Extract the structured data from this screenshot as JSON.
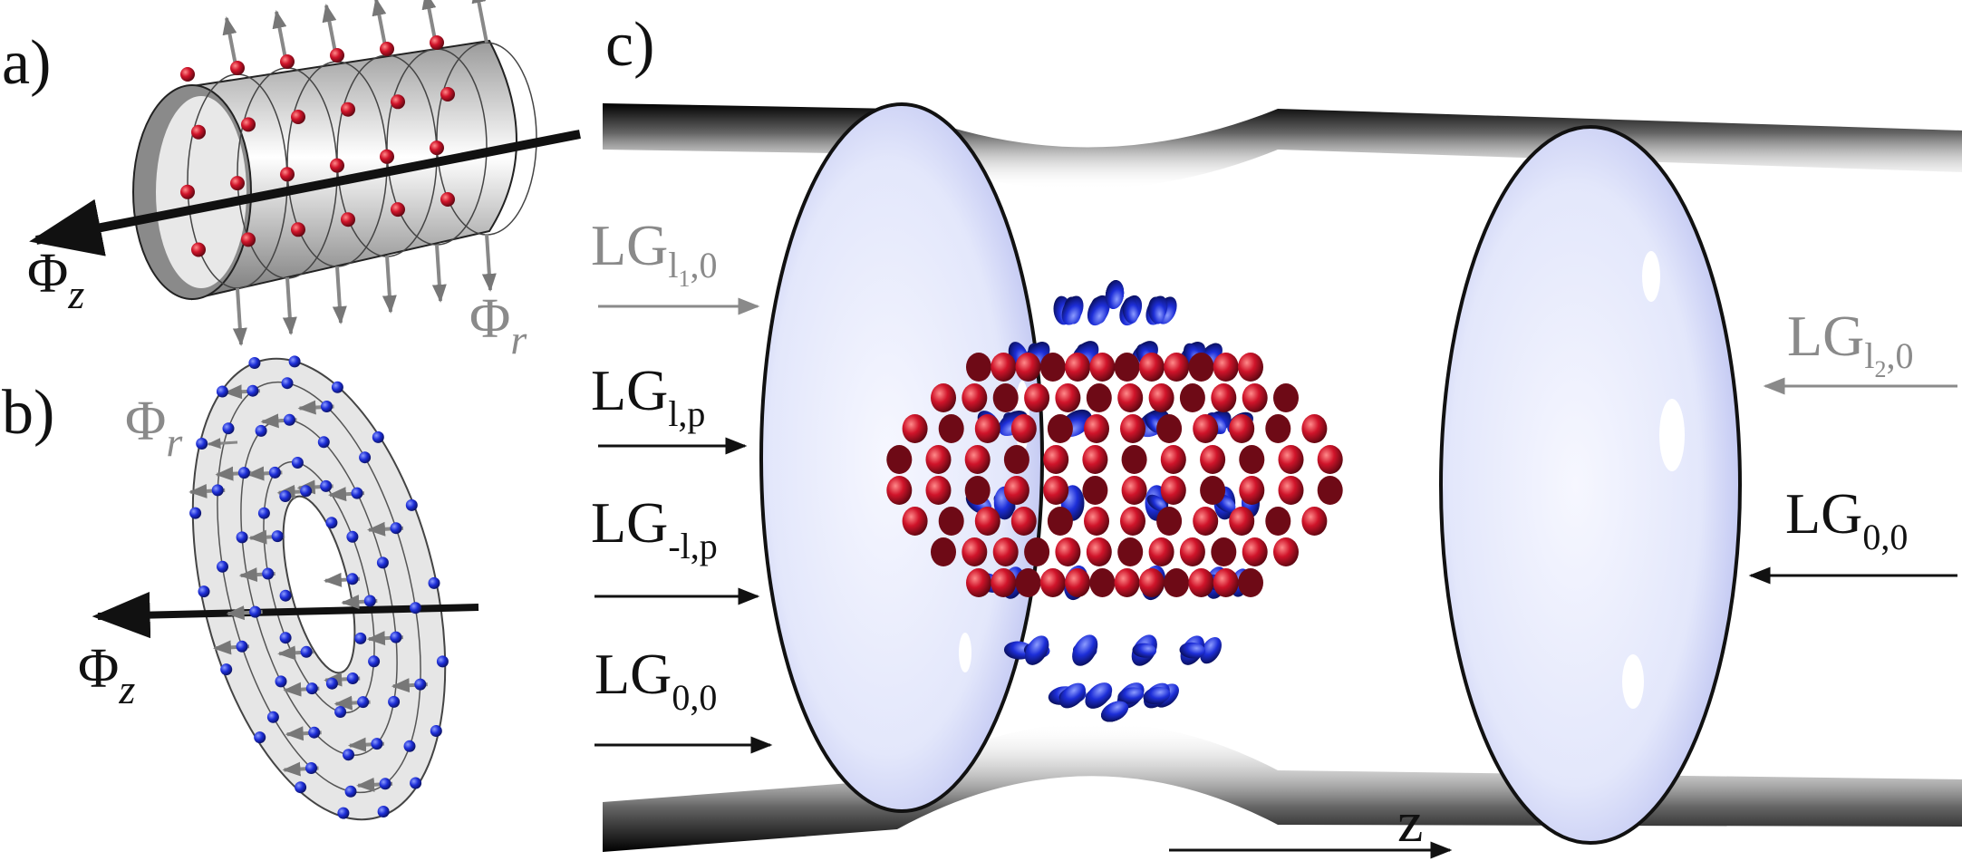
{
  "panel_labels": {
    "a": "a)",
    "b": "b)",
    "c": "c)"
  },
  "panel_a": {
    "phi_z": "Φ",
    "phi_z_sub": "z",
    "phi_r": "Φ",
    "phi_r_sub": "r"
  },
  "panel_b": {
    "phi_z": "Φ",
    "phi_z_sub": "z",
    "phi_r": "Φ",
    "phi_r_sub": "r"
  },
  "panel_c": {
    "beam_left_1": {
      "main": "LG",
      "sub_a": "l",
      "sub_b": "1",
      "sub_c": ",0"
    },
    "beam_left_2": {
      "main": "LG",
      "sub": "l,p"
    },
    "beam_left_3": {
      "main": "LG",
      "sub": "-l,p"
    },
    "beam_left_4": {
      "main": "LG",
      "sub": "0,0"
    },
    "beam_right_1": {
      "main": "LG",
      "sub_a": "l",
      "sub_b": "2",
      "sub_c": ",0"
    },
    "beam_right_2": {
      "main": "LG",
      "sub": "0,0"
    },
    "axis_label": "z"
  },
  "colors": {
    "red_atoms": "#c0182a",
    "blue_atoms": "#1f2fd6",
    "gray_arrow": "#8a8a8a",
    "black_arrow": "#111111",
    "beam_face": "#dfe3fb"
  }
}
